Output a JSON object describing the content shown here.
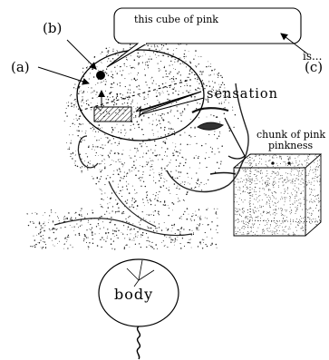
{
  "labels": {
    "a": "(a)",
    "b": "(b)",
    "c": "(c)"
  },
  "bubble_text": "this cube of pink",
  "is_text": "is...",
  "sensation": "sensation",
  "cube_caption_line1": "chunk of pink",
  "cube_caption_line2": "pinkness",
  "body_label": "body",
  "icons": {
    "head": "portrait-sketch",
    "cube": "stippled-cube",
    "balloon": "body-balloon"
  },
  "colors": {
    "ink": "#000000",
    "paper": "#ffffff"
  }
}
